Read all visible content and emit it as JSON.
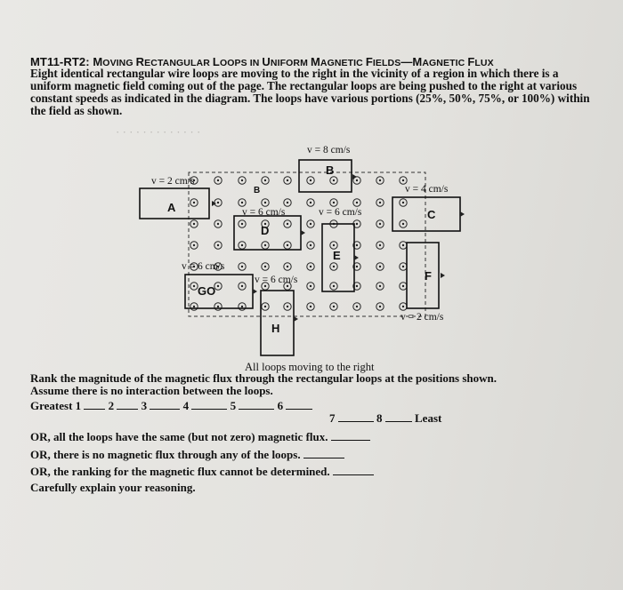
{
  "title": {
    "code": "MT11-RT2:",
    "parts": [
      {
        "big": "M",
        "small": "OVING "
      },
      {
        "big": "R",
        "small": "ECTANGULAR "
      },
      {
        "big": "L",
        "small": "OOPS IN "
      },
      {
        "big": "U",
        "small": "NIFORM "
      },
      {
        "big": "M",
        "small": "AGNETIC "
      },
      {
        "big": "F",
        "small": "IELDS"
      },
      {
        "big": "—M",
        "small": "AGNETIC "
      },
      {
        "big": "F",
        "small": "LUX"
      }
    ]
  },
  "intro": "Eight identical rectangular wire loops are moving to the right in the vicinity of a region in which there is a uniform magnetic field coming out of the page. The rectangular loops are being pushed to the right at various constant speeds as indicated in the diagram. The loops have various portions (25%, 50%, 75%, or 100%) within the field as shown.",
  "diagram": {
    "speeds": {
      "A": "v = 2 cm/s",
      "B": "v = 8 cm/s",
      "C": "v = 4 cm/s",
      "D": "v = 6 cm/s",
      "E": "v = 6 cm/s",
      "G": "v = 6 cm/s",
      "H": "v = 6 cm/s",
      "F": "v = 2 cm/s"
    },
    "loop_labels": [
      "A",
      "B",
      "C",
      "D",
      "E",
      "F",
      "G",
      "H"
    ],
    "field_direction": "out of page",
    "caption": "All loops moving to the right"
  },
  "question": {
    "prompt": "Rank the magnitude of the magnetic flux through the rectangular loops at the positions shown.",
    "note": "Assume there is no interaction between the loops.",
    "greatest": "Greatest 1",
    "ranks": [
      "2",
      "3",
      "4",
      "5",
      "6",
      "7",
      "8"
    ],
    "least": "Least",
    "option_same": "OR, all the loops have the same (but not zero) magnetic flux.",
    "option_none": "OR, there is no magnetic flux through any of the loops.",
    "option_undetermined": "OR, the ranking for the magnetic flux cannot be determined.",
    "explain": "Carefully explain your reasoning."
  }
}
